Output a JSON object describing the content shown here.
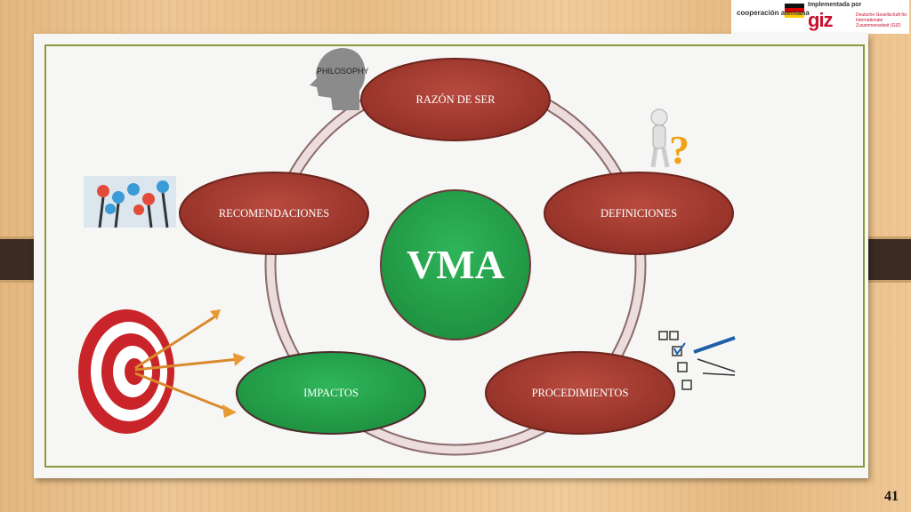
{
  "logo": {
    "cooperation_text": "cooperación alemana",
    "implemented_by": "Implementada por",
    "giz": "giz",
    "giz_sub": "Deutsche Gesellschaft für Internationale Zusammenarbeit (GIZ)"
  },
  "diagram": {
    "center": "VMA",
    "nodes": {
      "top": "RAZÓN DE SER",
      "right": "DEFINICIONES",
      "bottom_right": "PROCEDIMIENTOS",
      "bottom_left": "IMPACTOS",
      "left": "RECOMENDACIONES"
    },
    "head_word": "PHILOSOPHY"
  },
  "colors": {
    "node_red": "#a83a2f",
    "node_green": "#22a24a",
    "ring": "#c9a3a3"
  },
  "page": {
    "number": "41"
  }
}
